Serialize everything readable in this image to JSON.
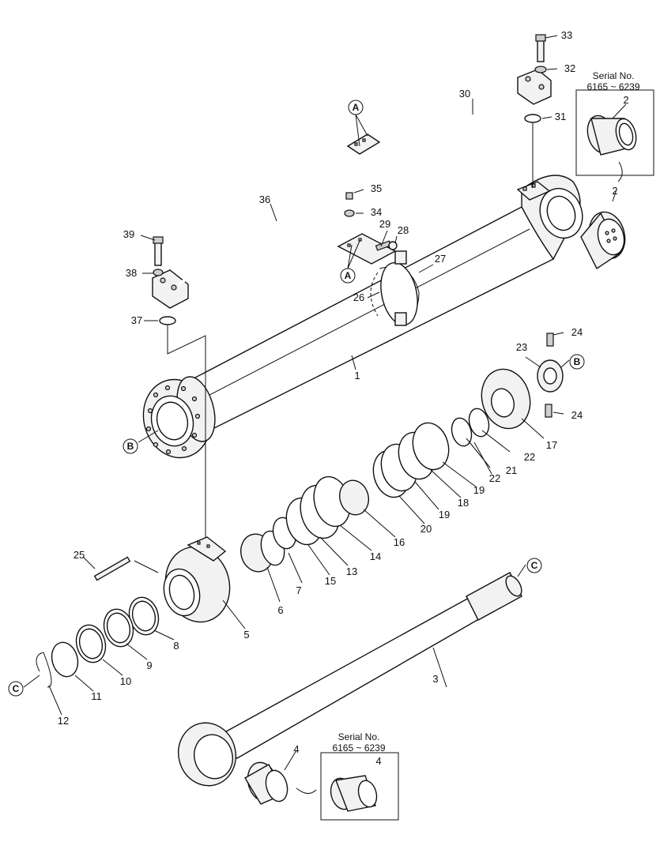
{
  "colors": {
    "line": "#111111",
    "part_fill": "#f2f2f2",
    "shade": "#cfcfcf",
    "background": "#ffffff"
  },
  "serial_boxes": [
    {
      "title": "Serial No.",
      "range": "6165 ~ 6239",
      "part": "2"
    },
    {
      "title": "Serial No.",
      "range": "6165 ~ 6239",
      "part": "4"
    }
  ],
  "reference_markers": [
    "A",
    "A",
    "B",
    "B",
    "C",
    "C"
  ],
  "callouts": [
    "1",
    "2",
    "3",
    "4",
    "5",
    "6",
    "7",
    "8",
    "9",
    "10",
    "11",
    "12",
    "13",
    "14",
    "15",
    "16",
    "17",
    "18",
    "19",
    "19",
    "20",
    "21",
    "22",
    "22",
    "23",
    "24",
    "24",
    "25",
    "26",
    "27",
    "28",
    "29",
    "30",
    "31",
    "32",
    "33",
    "34",
    "35",
    "36",
    "37",
    "38",
    "39"
  ]
}
